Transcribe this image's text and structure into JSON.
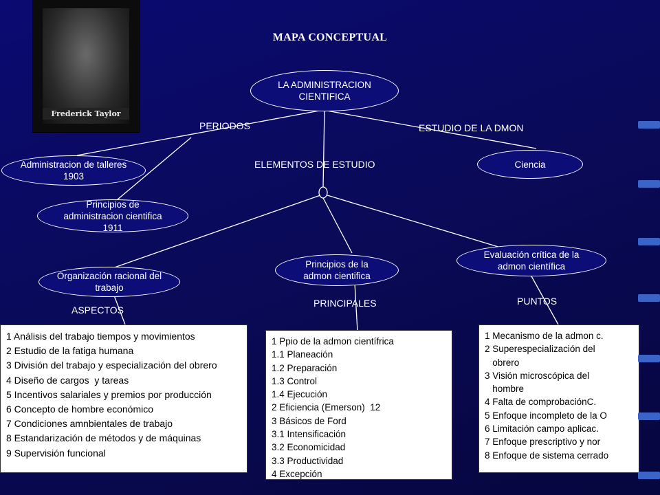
{
  "title": "MAPA CONCEPTUAL",
  "photo": {
    "caption": "Frederick Taylor"
  },
  "nodes": {
    "root": "LA ADMINISTRACION\nCIENTIFICA",
    "talleres": "Administracion de talleres\n1903",
    "principios1911": "Principios de\nadministracion cientifica\n1911",
    "ciencia": "Ciencia",
    "organizacion": "Organización racional del\ntrabajo",
    "principiosAdmon": "Principios de la\nadmon cientifica",
    "evaluacion": "Evaluación crítica de la\nadmon científica"
  },
  "labels": {
    "periodos": "PERIODOS",
    "estudio": "ESTUDIO DE LA DMON",
    "elementos": "ELEMENTOS DE ESTUDIO",
    "aspectos": "ASPECTOS",
    "principales": "PRINCIPALES",
    "puntos": "PUNTOS"
  },
  "lists": {
    "aspectos": [
      "1 Análisis del trabajo tiempos y movimientos",
      "2 Estudio de la fatiga humana",
      "3 División del trabajo y especialización del obrero",
      "4 Diseño de cargos  y tareas",
      "5 Incentivos salariales y premios por producción",
      "6 Concepto de hombre económico",
      "7 Condiciones amnbientales de trabajo",
      "8 Estandarización de métodos y de máquinas",
      "9 Supervisión funcional"
    ],
    "principales": [
      "1 Ppio de la admon científrica",
      "1.1 Planeación",
      "1.2 Preparación",
      "1.3 Control",
      "1.4 Ejecución",
      "2 Eficiencia (Emerson)  12",
      "3 Básicos de Ford",
      "3.1 Intensificación",
      "3.2 Economicidad",
      "3.3 Productividad",
      "4 Excepción"
    ],
    "puntos": [
      "1 Mecanismo de la admon c.",
      "2 Superespecialización del",
      "   obrero",
      "3 Visión microscópica del",
      "   hombre",
      "4 Falta de comprobaciónC.",
      "5 Enfoque incompleto de la O",
      "6 Limitación campo aplicac.",
      "7 Enfoque prescriptivo y nor",
      "8 Enfoque de sistema cerrado"
    ]
  },
  "colors": {
    "background": "#0a0a6a",
    "node_fill": "#0d0d78",
    "accent": "#3a64c8"
  }
}
